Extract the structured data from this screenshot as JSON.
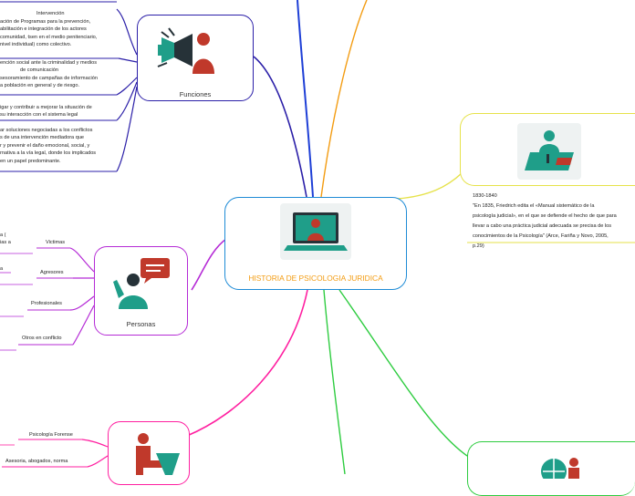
{
  "central": {
    "title": "HISTORIA DE PSICOLOGIA JURIDICA"
  },
  "funciones": {
    "label": "Funciones",
    "intervencion_lines": [
      "Intervención",
      "ación de Programas para la prevención,",
      "abilitación e integración de los actores",
      "comunidad, tsen en el medio penitenciario,",
      "nivel individual) como colectivo."
    ],
    "prevencion_lines": [
      "ención social ante la criminalidad y medios",
      "de comunicación",
      "sesoramiento de campañas de información",
      "a población en general y de riesgo."
    ],
    "investigar_lines": [
      "igar y contribuir a mejorar la situación de",
      "su interacción con el sistema legal"
    ],
    "mediacion_lines": [
      "ar soluciones negociadas a los conflictos",
      "s de una intervención mediadora que",
      "r y prevenir el daño emocional, social, y",
      "rnativa a la vía legal, donde los implicados",
      "en un papel predominante."
    ]
  },
  "personas": {
    "label": "Personas",
    "items": [
      "Victimas",
      "Agresores",
      "Profesionales",
      "Otros en conflicto"
    ],
    "fragments": [
      "a (",
      "ias a",
      "a"
    ]
  },
  "areas": {
    "items": [
      "Psicología Forense",
      "Asesoria, abogados, norma"
    ]
  },
  "history": {
    "lines": [
      "1830-1840",
      "\"En 1835, Friedrich edita el «Manual sistemático de la",
      "psicología judicial», en el que se defiende el hecho de que para",
      "llevar a cabo una práctica judicial adecuada se precisa de los",
      "conocimientos de la Psicología\" (Arce, Fariña y Novo, 2005,",
      "p.29)"
    ]
  },
  "colors": {
    "central_border": "#1e8bd6",
    "central_title": "#f39c12",
    "funciones_border": "#2b1fa8",
    "personas_border": "#b52bd6",
    "history_border": "#e6e24a",
    "green_branch": "#2ecc40",
    "orange_branch": "#f39c12",
    "blue_branch": "#1e3fd6",
    "teal": "#1f9e89",
    "red": "#c0392b",
    "dark": "#263238"
  }
}
